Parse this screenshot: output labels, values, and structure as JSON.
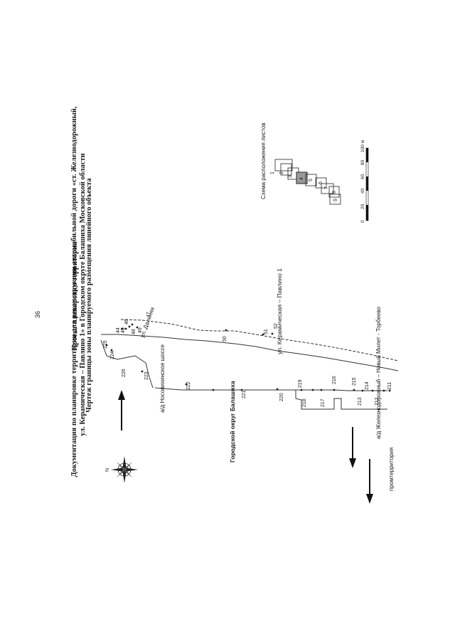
{
  "page_number": "36",
  "title_lines": [
    "Документация по планировке территории для реконструкции автомобильной дороги «ст. Железнодорожный,",
    "ул. Керамическая – Павлино 1» в Городском округе Балашиха Московской области",
    "Проект планировки территории",
    "Чертеж границы зоны планируемого размещения линейного объекта"
  ],
  "labels": {
    "road_keramicheskaya": "ул. Керамическая – Павлино 1",
    "street_dalnyaya": "ул. Дальняя",
    "highway_nosovikhinskoe": "а/д Носовихинское шоссе",
    "highway_zheleznodorozhny": "а/д Железнодорожный – Новый Милет - Торбеево",
    "district": "Городской округ Балашиха",
    "industrial_zone": "промтерритория"
  },
  "scheme": {
    "title": "Схема расположения листов",
    "sheets": [
      "1",
      "2",
      "3",
      "4",
      "5",
      "6",
      "7",
      "8",
      "9"
    ],
    "current_sheet": "4",
    "scale_ticks": [
      "0",
      "20",
      "40",
      "60",
      "80",
      "100 м"
    ]
  },
  "compass": {
    "north_label": "N"
  },
  "points_upper": [
    "44",
    "45",
    "46",
    "47",
    "48",
    "49",
    "50",
    "51",
    "52"
  ],
  "points_left": [
    "225",
    "224",
    "226",
    "223",
    "222",
    "221",
    "220",
    "219",
    "218",
    "217",
    "216",
    "215",
    "214",
    "213",
    "212",
    "211"
  ]
}
